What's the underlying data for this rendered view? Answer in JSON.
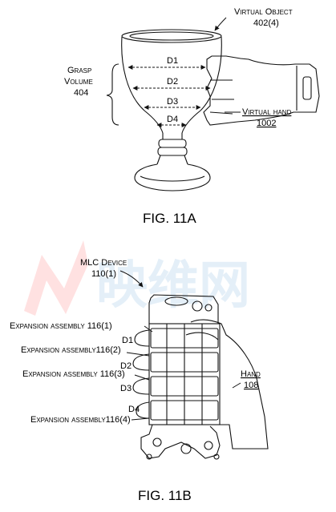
{
  "fig_a": {
    "caption": "FIG. 11A",
    "virtual_object_line1": "Virtual Object",
    "virtual_object_line2": "402(4)",
    "grasp_line1": "Grasp",
    "grasp_line2": "Volume",
    "grasp_line3": "404",
    "virtual_hand_line1": "Virtual hand",
    "virtual_hand_line2": "1002",
    "dims": [
      "D1",
      "D2",
      "D3",
      "D4"
    ]
  },
  "fig_b": {
    "caption": "FIG. 11B",
    "device_line1": "MLC Device",
    "device_line2": "110(1)",
    "hand_line1": "Hand",
    "hand_line2": "108",
    "assemblies": [
      "Expansion assembly 116(1)",
      "Expansion assembly116(2)",
      "Expansion assembly 116(3)",
      "Expansion assembly116(4)"
    ],
    "dims": [
      "D1",
      "D2",
      "D3",
      "D4"
    ]
  },
  "watermark": "映维网"
}
